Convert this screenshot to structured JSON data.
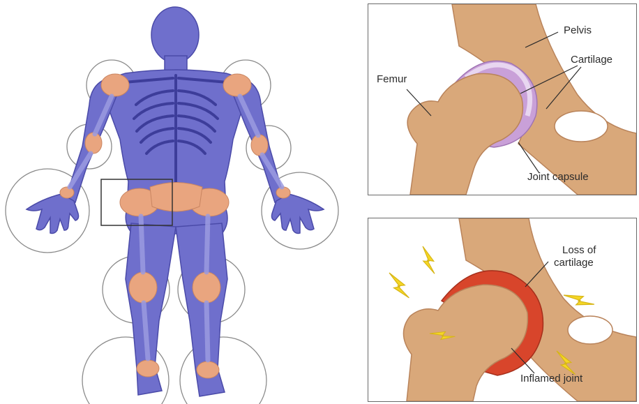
{
  "colors": {
    "body": "#6f6fcc",
    "body_outline": "#4a4aa8",
    "skeleton": "#3d3d9a",
    "joint": "#e9a57f",
    "bone": "#d9a87a",
    "bone_dark": "#b9835a",
    "cartilage": "#c9a0d8",
    "inflamed": "#d8452b",
    "pain": "#f5d625",
    "circle": "#8a8a8a"
  },
  "healthy_panel": {
    "labels": {
      "pelvis": "Pelvis",
      "cartilage": "Cartilage",
      "femur": "Femur",
      "joint_capsule": "Joint capsule"
    }
  },
  "diseased_panel": {
    "labels": {
      "loss_line1": "Loss of",
      "loss_line2": "cartilage",
      "inflamed_joint": "Inflamed joint"
    }
  }
}
